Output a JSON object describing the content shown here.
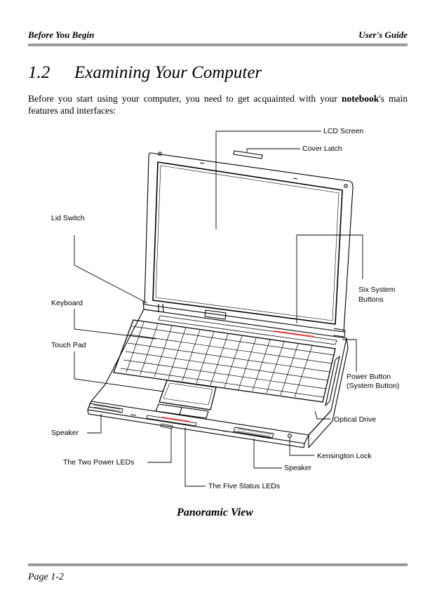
{
  "header": {
    "left": "Before You Begin",
    "right": "User's Guide"
  },
  "section": {
    "number": "1.2",
    "title": "Examining Your Computer"
  },
  "intro": {
    "before": "Before you start using your computer, you need to get acquainted with your ",
    "bold": "notebook",
    "after": "'s main features and interfaces:"
  },
  "figure": {
    "labels": {
      "lcd_screen": "LCD Screen",
      "cover_latch": "Cover Latch",
      "lid_switch": "Lid Switch",
      "six_system_buttons_1": "Six System",
      "six_system_buttons_2": "Buttons",
      "keyboard": "Keyboard",
      "touch_pad": "Touch Pad",
      "power_button_1": "Power Button",
      "power_button_2": "(System Button)",
      "optical_drive": "Optical Drive",
      "speaker_left": "Speaker",
      "kensington_lock": "Kensington Lock",
      "speaker_right": "Speaker",
      "two_power_leds": "The Two Power LEDs",
      "five_status_leds": "The Five Status LEDs"
    },
    "accent_color": "#e53935",
    "caption": "Panoramic View"
  },
  "footer": {
    "page": "Page 1-2"
  }
}
